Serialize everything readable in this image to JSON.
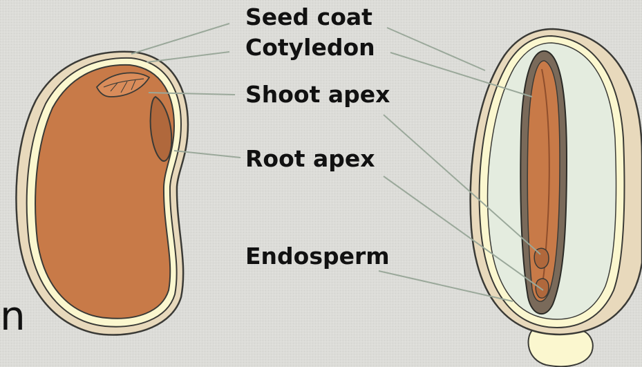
{
  "labels": {
    "seed_coat": "Seed coat",
    "cotyledon": "Cotyledon",
    "shoot_apex": "Shoot apex",
    "root_apex": "Root apex",
    "endosperm": "Endosperm"
  },
  "edge_text": "n",
  "colors": {
    "background": "#dcdcd8",
    "seed_coat_outer": "#e8d9bc",
    "seed_coat_rim": "#fbf7cf",
    "cotyledon": "#c87a48",
    "cotyledon_dark": "#8f4e2c",
    "embryo_shade": "#b0683c",
    "endosperm": "#e4ecdf",
    "outline": "#3a3a36",
    "leader_line": "#9aa89a"
  }
}
